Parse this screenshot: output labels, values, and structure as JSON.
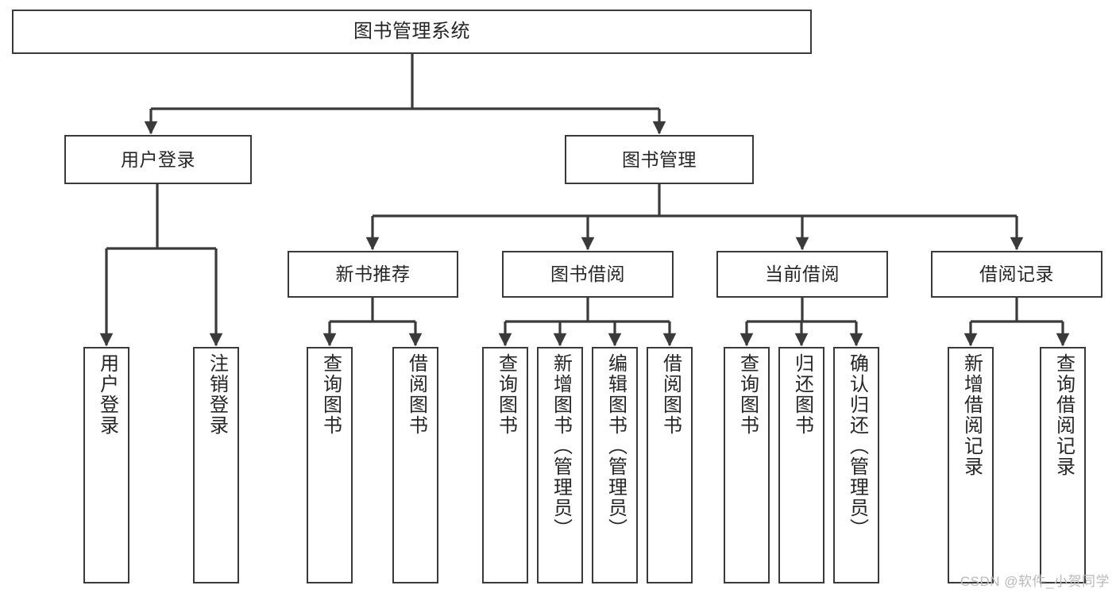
{
  "meta": {
    "watermark": "CSDN @软件_小贺同学",
    "line_color": "#3a3a3a",
    "box_fill": "#ffffff",
    "text_color": "#262626",
    "watermark_color": "#b9b9b9"
  },
  "tree": {
    "root": {
      "label": "图书管理系统"
    },
    "level2": [
      {
        "label": "用户登录"
      },
      {
        "label": "图书管理"
      }
    ],
    "level3": [
      {
        "label": "新书推荐"
      },
      {
        "label": "图书借阅"
      },
      {
        "label": "当前借阅"
      },
      {
        "label": "借阅记录"
      }
    ],
    "leaves": {
      "user_login": [
        {
          "label": "用户登录"
        },
        {
          "label": "注销登录"
        }
      ],
      "new_book_recommend": [
        {
          "label": "查询图书"
        },
        {
          "label": "借阅图书"
        }
      ],
      "book_borrow": [
        {
          "label": "查询图书"
        },
        {
          "label": "新增图书（管理员）"
        },
        {
          "label": "编辑图书（管理员）"
        },
        {
          "label": "借阅图书"
        }
      ],
      "current_borrow": [
        {
          "label": "查询图书"
        },
        {
          "label": "归还图书"
        },
        {
          "label": "确认归还（管理员）"
        }
      ],
      "borrow_record": [
        {
          "label": "新增借阅记录"
        },
        {
          "label": "查询借阅记录"
        }
      ]
    }
  }
}
